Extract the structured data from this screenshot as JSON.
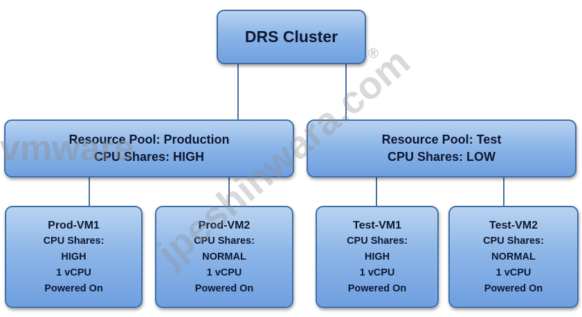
{
  "diagram": {
    "root": {
      "label": "DRS Cluster"
    },
    "pools": [
      {
        "title": "Resource Pool:  Production",
        "shares": "CPU Shares:  HIGH",
        "vms": [
          {
            "name": "Prod-VM1",
            "shares_label": "CPU Shares:",
            "shares_value": "HIGH",
            "vcpu": "1 vCPU",
            "state": "Powered On"
          },
          {
            "name": "Prod-VM2",
            "shares_label": "CPU Shares:",
            "shares_value": "NORMAL",
            "vcpu": "1 vCPU",
            "state": "Powered On"
          }
        ]
      },
      {
        "title": "Resource Pool:  Test",
        "shares": "CPU Shares:  LOW",
        "vms": [
          {
            "name": "Test-VM1",
            "shares_label": "CPU Shares:",
            "shares_value": "HIGH",
            "vcpu": "1 vCPU",
            "state": "Powered On"
          },
          {
            "name": "Test-VM2",
            "shares_label": "CPU Shares:",
            "shares_value": "NORMAL",
            "vcpu": "1 vCPU",
            "state": "Powered On"
          }
        ]
      }
    ]
  },
  "watermark": {
    "logo_text": "vmware",
    "site_text": "jpeshinwara.com",
    "registered_mark": "®"
  },
  "colors": {
    "box_top": "#b9d3f1",
    "box_bottom": "#6f9fe0",
    "box_border": "#3f6fa7",
    "connector": "#4a6f9c",
    "text": "#0d1730",
    "watermark": "#9a9a9a"
  }
}
